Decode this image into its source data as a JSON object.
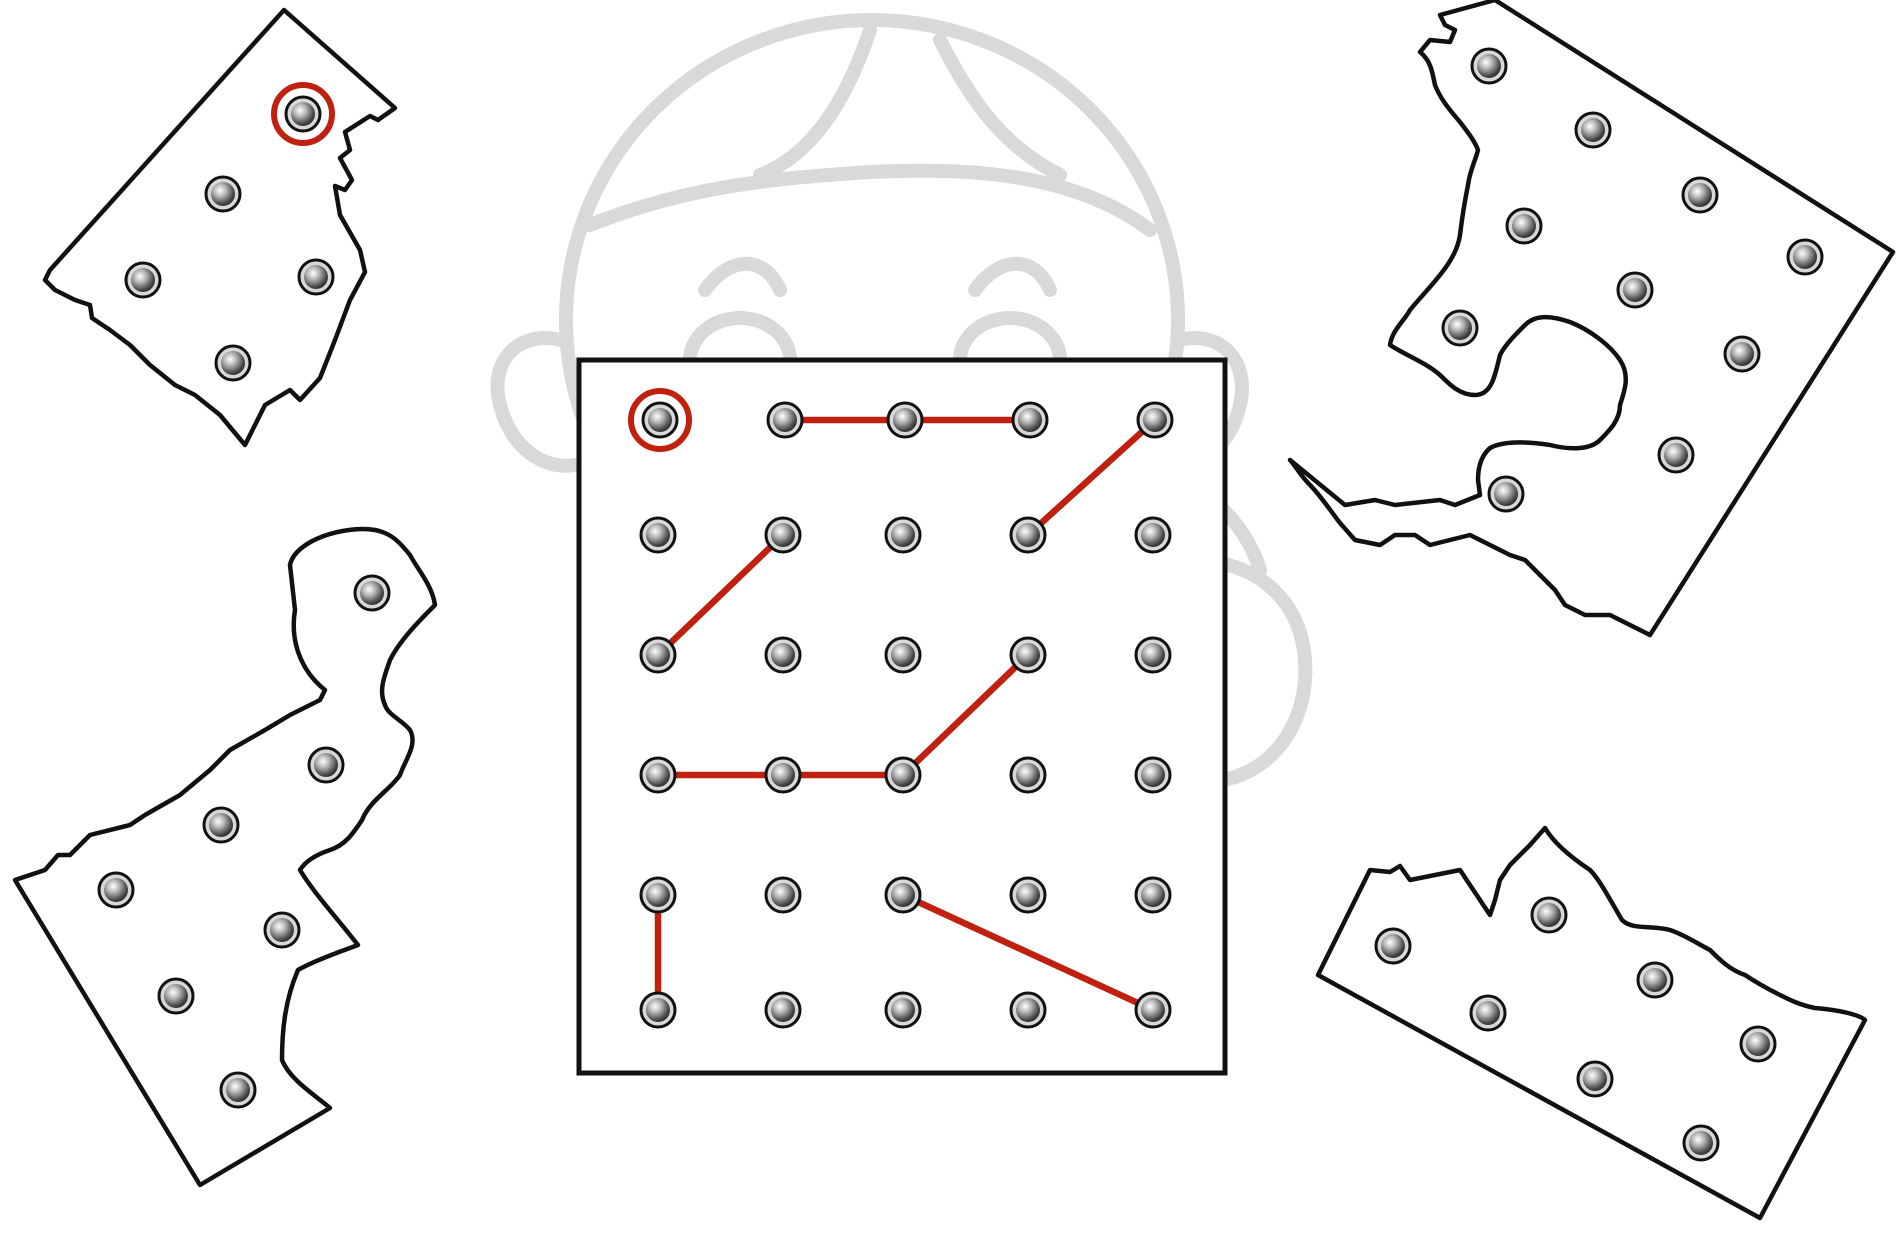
{
  "puzzle": {
    "board": {
      "rows": 6,
      "cols": 5,
      "target_peg": {
        "row": 0,
        "col": 0
      },
      "bands": [
        {
          "from": [
            0,
            1
          ],
          "to": [
            0,
            3
          ]
        },
        {
          "from": [
            0,
            4
          ],
          "to": [
            1,
            3
          ]
        },
        {
          "from": [
            1,
            1
          ],
          "to": [
            2,
            0
          ]
        },
        {
          "from": [
            2,
            3
          ],
          "to": [
            3,
            2
          ]
        },
        {
          "from": [
            3,
            0
          ],
          "to": [
            3,
            2
          ]
        },
        {
          "from": [
            4,
            0
          ],
          "to": [
            5,
            0
          ]
        },
        {
          "from": [
            4,
            2
          ],
          "to": [
            5,
            4
          ]
        }
      ]
    },
    "pieces": [
      {
        "id": "piece-top-left",
        "peg_count": 5,
        "marked_peg": 0
      },
      {
        "id": "piece-bottom-left",
        "peg_count": 7
      },
      {
        "id": "piece-top-right",
        "peg_count": 10
      },
      {
        "id": "piece-bottom-right",
        "peg_count": 7
      }
    ],
    "colors": {
      "band": "#c0200f",
      "marker": "#c0200f",
      "outline": "#111111",
      "watermark": "#d9d9d9"
    },
    "icons": {
      "peg": "peg-icon",
      "watermark": "face-watermark"
    }
  }
}
